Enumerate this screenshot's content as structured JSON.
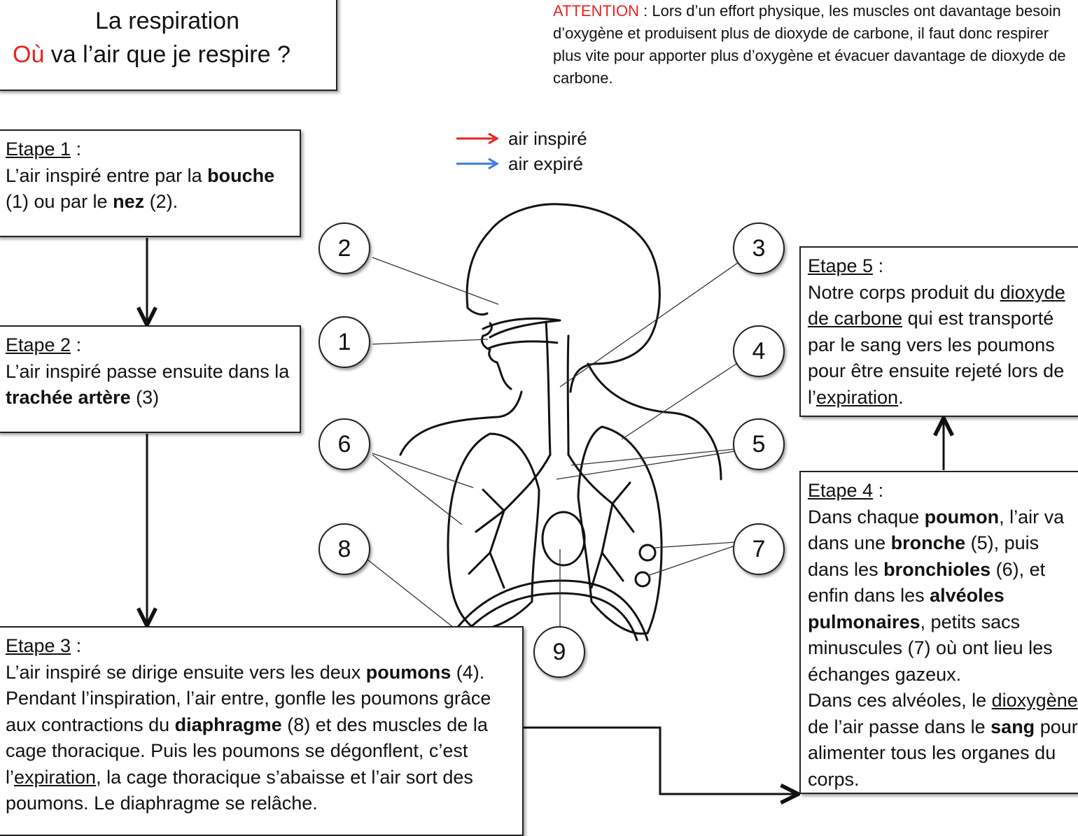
{
  "title": {
    "line1": "La respiration",
    "line2_red": "Où",
    "line2_rest": " va l’air que je respire ?"
  },
  "attention": {
    "label": "ATTENTION",
    "text": " : Lors d’un effort physique, les muscles ont davantage besoin d’oxygène et produisent plus de dioxyde de carbone, il faut donc respirer plus vite pour apporter plus d’oxygène et évacuer davantage de dioxyde de carbone."
  },
  "legend": {
    "inspired": "air inspiré",
    "expired": "air expiré",
    "inspired_color": "#e8231f",
    "expired_color": "#3b78e7"
  },
  "step1": {
    "heading": "Etape 1",
    "colon": " :",
    "t1": "L’air inspiré entre par la ",
    "b1": "bouche",
    "t2": " (1) ou par le ",
    "b2": "nez",
    "t3": " (2)."
  },
  "step2": {
    "heading": "Etape 2",
    "colon": " :",
    "t1": "L’air inspiré passe ensuite dans la ",
    "b1": "trachée artère",
    "t2": " (3)"
  },
  "step3": {
    "heading": "Etape 3",
    "colon": " :",
    "t1": "L’air inspiré se dirige ensuite vers les deux ",
    "b1": "poumons",
    "t2": " (4). Pendant l’inspiration, l’air entre, gonfle les poumons grâce aux contractions du ",
    "b2": "diaphragme",
    "t3": " (8) et des muscles de la cage thoracique. Puis les poumons se dégonflent, c’est l’",
    "u1": "expiration",
    "t4": ", la cage thoracique s’abaisse et l’air sort des poumons. Le diaphragme se relâche."
  },
  "step4": {
    "heading": "Etape 4",
    "colon": " :",
    "t1": "Dans chaque ",
    "b1": "poumon",
    "t2": ", l’air va dans une ",
    "b2": "bronche",
    "t3": " (5), puis dans les ",
    "b3": "bronchioles",
    "t4": " (6), et enfin dans les ",
    "b4": "alvéoles pulmonaires",
    "t5": ", petits sacs minuscules (7) où ont lieu les échanges gazeux.",
    "t6": "Dans ces alvéoles, le ",
    "u1": "dioxygène",
    "t7": " de l’air passe dans le ",
    "b5": "sang",
    "t8": " pour alimenter tous les organes du corps."
  },
  "step5": {
    "heading": "Etape 5",
    "colon": " :",
    "t1": "Notre corps produit du ",
    "u1": "dioxyde de carbone",
    "t2": " qui est transporté par le sang vers les poumons pour être ensuite rejeté lors de l’",
    "u2": "expiration",
    "t3": "."
  },
  "labels": [
    "1",
    "2",
    "3",
    "4",
    "5",
    "6",
    "7",
    "8",
    "9"
  ]
}
